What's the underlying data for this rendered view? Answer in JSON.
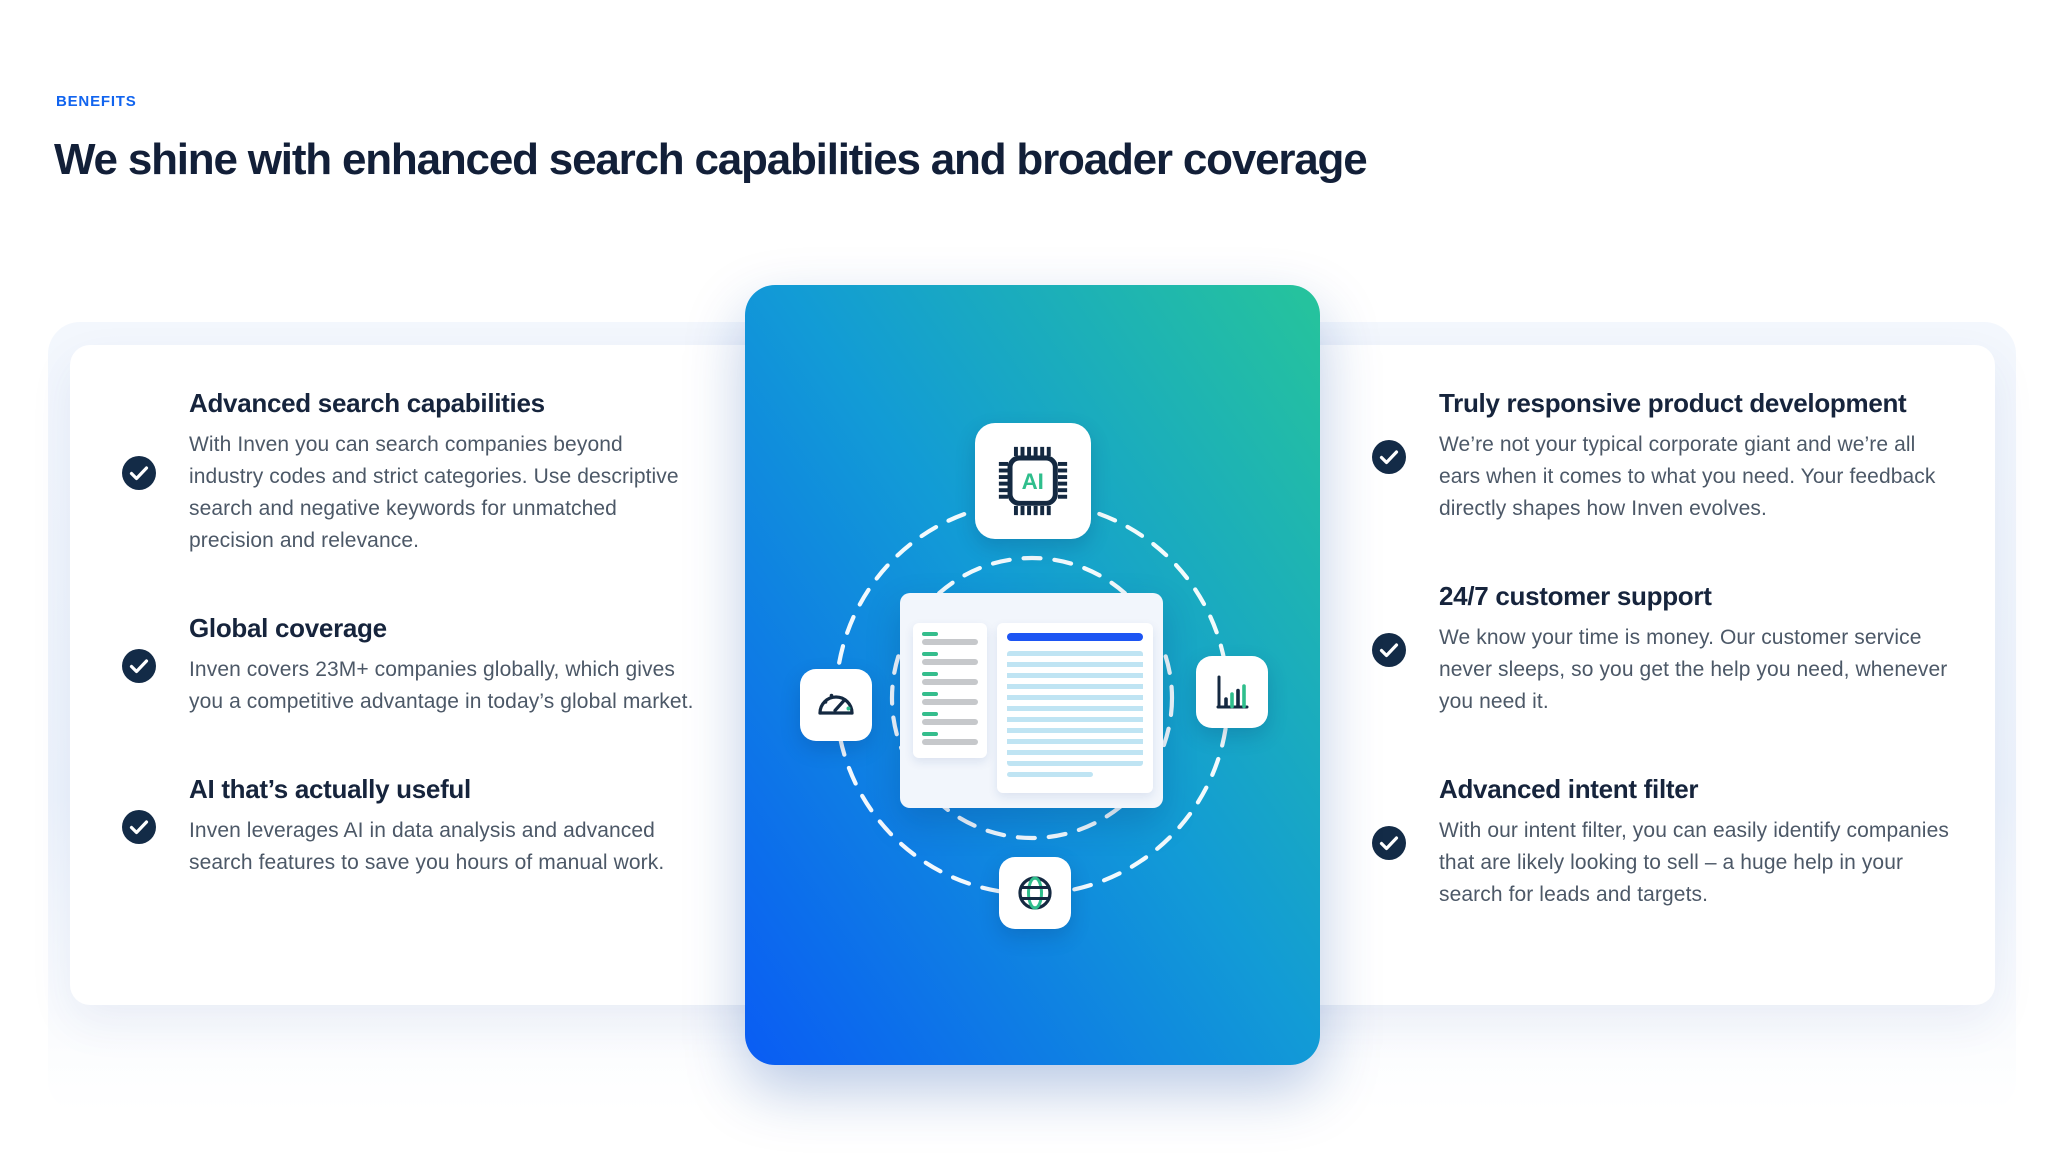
{
  "header": {
    "eyebrow": "BENEFITS",
    "title": "We shine with enhanced search capabilities and broader coverage"
  },
  "left_benefits": [
    {
      "title": "Advanced search capabilities",
      "description": "With Inven you can search companies beyond industry codes and strict categories. Use descriptive search and negative keywords for unmatched precision and relevance."
    },
    {
      "title": "Global coverage",
      "description": "Inven covers 23M+ companies globally, which gives you a competitive advantage in today’s global market."
    },
    {
      "title": "AI that’s actually useful",
      "description": "Inven leverages AI in data analysis and advanced search features to save you hours of manual work."
    }
  ],
  "right_benefits": [
    {
      "title": "Truly responsive product development",
      "description": "We’re not your typical corporate giant and we’re all ears when it comes to what you need. Your feedback directly shapes how Inven evolves."
    },
    {
      "title": "24/7 customer support",
      "description": "We know your time is money. Our customer service never sleeps, so you get the help you need, whenever you need it."
    },
    {
      "title": "Advanced intent filter",
      "description": "With our intent filter, you can easily identify companies that are likely looking to sell – a huge help in your search for leads and targets."
    }
  ],
  "illustration": {
    "chip_label": "AI",
    "icon_names": [
      "ai-chip-icon",
      "speedometer-icon",
      "bar-chart-icon",
      "globe-icon",
      "check-icon"
    ],
    "colors": {
      "gradient_start": "#0a5cf4",
      "gradient_end": "#26c49b",
      "accent_green": "#2fbe8c",
      "accent_blue": "#1d55f3",
      "navy": "#142941"
    }
  },
  "theme": {
    "eyebrow_color": "#1164ef",
    "heading_color": "#121f38",
    "body_color": "#4c5867",
    "check_circle_color": "#132b47"
  }
}
